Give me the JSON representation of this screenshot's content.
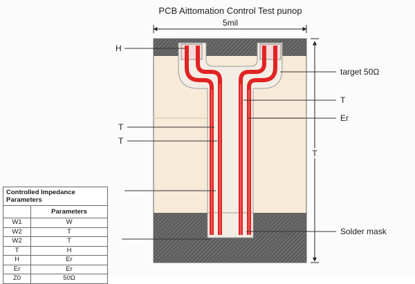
{
  "title": "PCB Aittomation Control Test punop",
  "labels": {
    "width_dim": "5mil",
    "h_label": "H",
    "target": "target 50Ω",
    "t_right": "T",
    "er_right": "Er",
    "t_left_1": "T",
    "t_left_2": "T",
    "t_height": "T",
    "solder_mask": "Solder mask"
  },
  "table": {
    "caption": "Controlled Impedance Parameters",
    "header": [
      "",
      "Parameters"
    ],
    "rows": [
      [
        "W1",
        "W"
      ],
      [
        "W2",
        "T"
      ],
      [
        "W2",
        "T"
      ],
      [
        "T",
        "H"
      ],
      [
        "H",
        "Er"
      ],
      [
        "Er",
        "Er"
      ],
      [
        "Z0",
        "50Ω"
      ]
    ]
  },
  "colors": {
    "trace_red": "#e02424",
    "substrate": "#f7ead8",
    "ground_hatch": "#5b5b5b",
    "line": "#333333"
  }
}
